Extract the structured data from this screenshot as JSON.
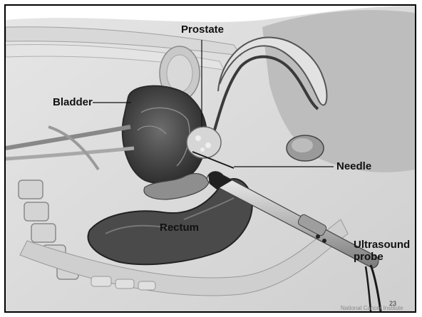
{
  "labels": {
    "prostate": "Prostate",
    "bladder": "Bladder",
    "needle": "Needle",
    "rectum": "Rectum",
    "ultrasound": "Ultrasound",
    "probe": "probe"
  },
  "credit": "National Cancer Institute",
  "page_number": "23"
}
